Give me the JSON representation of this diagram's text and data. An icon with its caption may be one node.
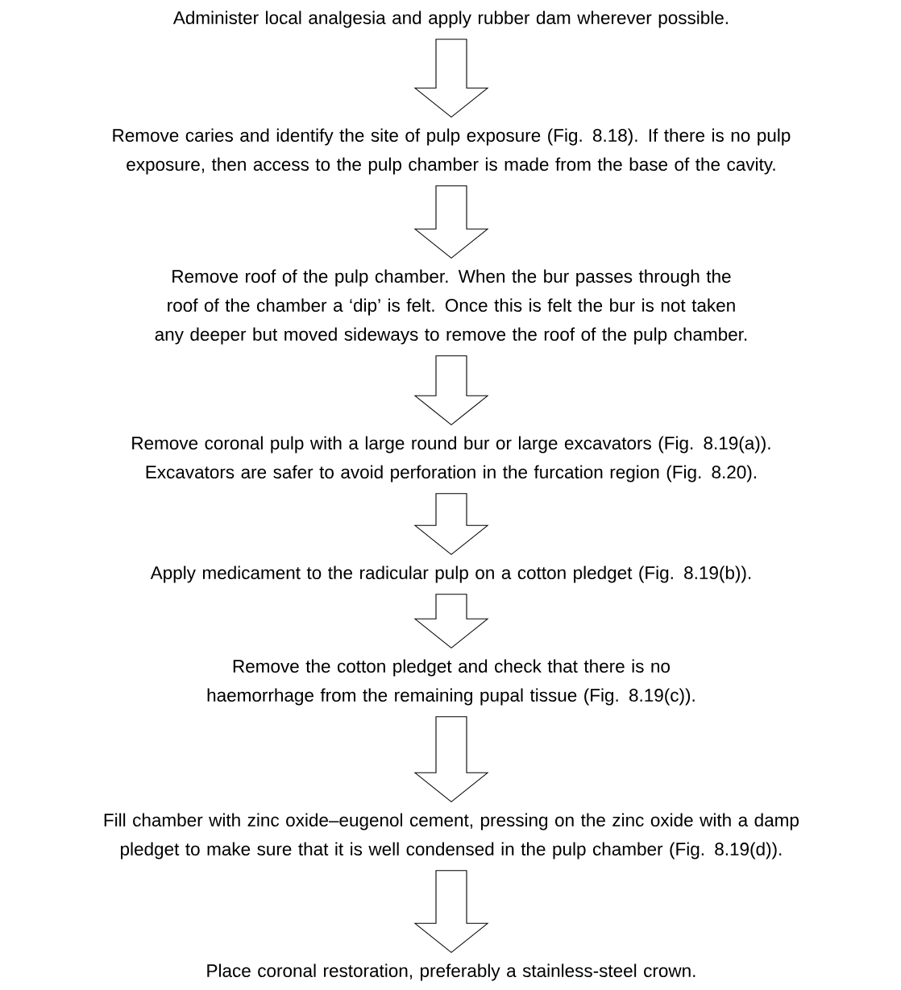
{
  "diagram": {
    "nodes": [
      {
        "text": [
          "Administer local analgesia and apply rubber dam wherever possible."
        ]
      },
      {
        "text": [
          "Remove caries and identify the site of pulp exposure (Fig. 8.18). If there is no pulp exposure, then access to the pulp chamber is made from the base of the cavity."
        ]
      },
      {
        "text": [
          "Remove roof of the pulp chamber.  When the bur passes through the roof of the chamber a ‘dip’ is felt. Once this is felt the bur is not taken any deeper but moved sideways to remove the roof of the pulp chamber."
        ]
      },
      {
        "text": [
          "Remove coronal pulp with a large round bur or large excavators (Fig. 8.19(a)). Excavators are safer  to avoid perforation in the furcation region (Fig. 8.20)."
        ]
      },
      {
        "text": [
          "Apply medicament to the radicular pulp on a cotton pledget (Fig. 8.19(b))."
        ]
      },
      {
        "text": [
          "Remove the cotton pledget and check that there is no haemorrhage from the remaining pupal tissue (Fig. 8.19(c))."
        ]
      },
      {
        "text": [
          "Fill chamber with zinc oxide–eugenol cement, pressing on the zinc oxide with a damp pledget to make sure that it is well condensed in the pulp chamber (Fig. 8.19(d))."
        ]
      },
      {
        "text": [
          "Place coronal restoration, preferably a stainless-steel crown."
        ]
      }
    ],
    "edges": [
      {
        "from": 0,
        "to": 1,
        "arrow": "to"
      },
      {
        "from": 1,
        "to": 2,
        "arrow": "to"
      },
      {
        "from": 2,
        "to": 3,
        "arrow": "to"
      },
      {
        "from": 3,
        "to": 4,
        "arrow": "to"
      },
      {
        "from": 4,
        "to": 5,
        "arrow": "to"
      },
      {
        "from": 5,
        "to": 6,
        "arrow": "to"
      },
      {
        "from": 6,
        "to": 7,
        "arrow": "to"
      }
    ]
  }
}
